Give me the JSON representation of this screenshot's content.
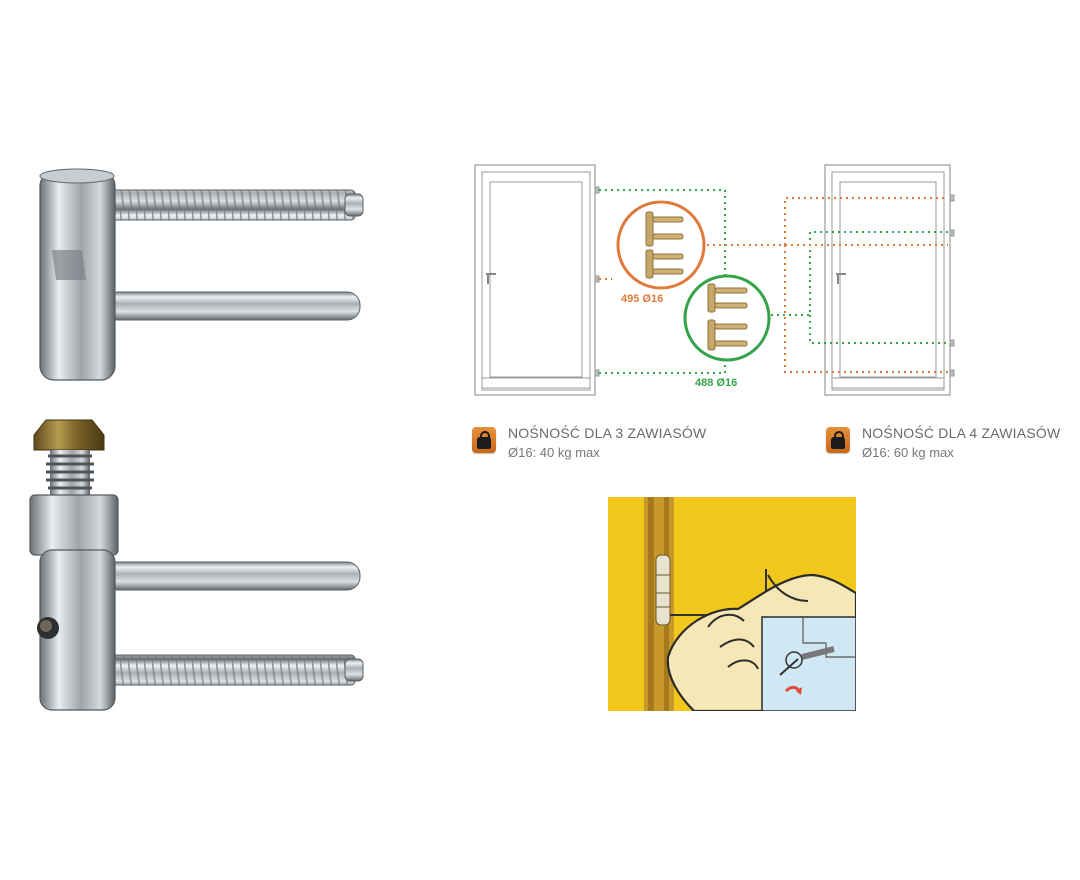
{
  "colors": {
    "accent_orange": "#e07a3c",
    "accent_green": "#36a24a",
    "illustration_yellow": "#f2c81c",
    "icon_orange": "#d97a28"
  },
  "diagram": {
    "left_door_label": "495 Ø16",
    "right_door_label": "488 Ø16"
  },
  "captions": [
    {
      "icon": "weight-icon",
      "title": "NOŚNOŚĆ DLA 3 ZAWIASÓW",
      "subtitle": "Ø16: 40 kg max"
    },
    {
      "icon": "weight-icon",
      "title": "NOŚNOŚĆ DLA 4 ZAWIASÓW",
      "subtitle": "Ø16: 60 kg max"
    }
  ]
}
